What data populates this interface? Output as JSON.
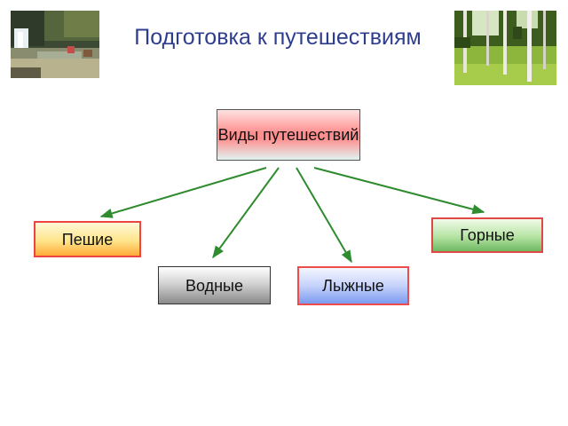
{
  "slide": {
    "title": "Подготовка к путешествиям"
  },
  "diagram": {
    "root": "Виды путешествий",
    "categories": {
      "foot": "Пешие",
      "mountain": "Горные",
      "water": "Водные",
      "ski": "Лыжные"
    }
  },
  "colors": {
    "title": "#2f3d8f",
    "arrow": "#2e8b2e",
    "box_border_red": "#ee4444"
  }
}
